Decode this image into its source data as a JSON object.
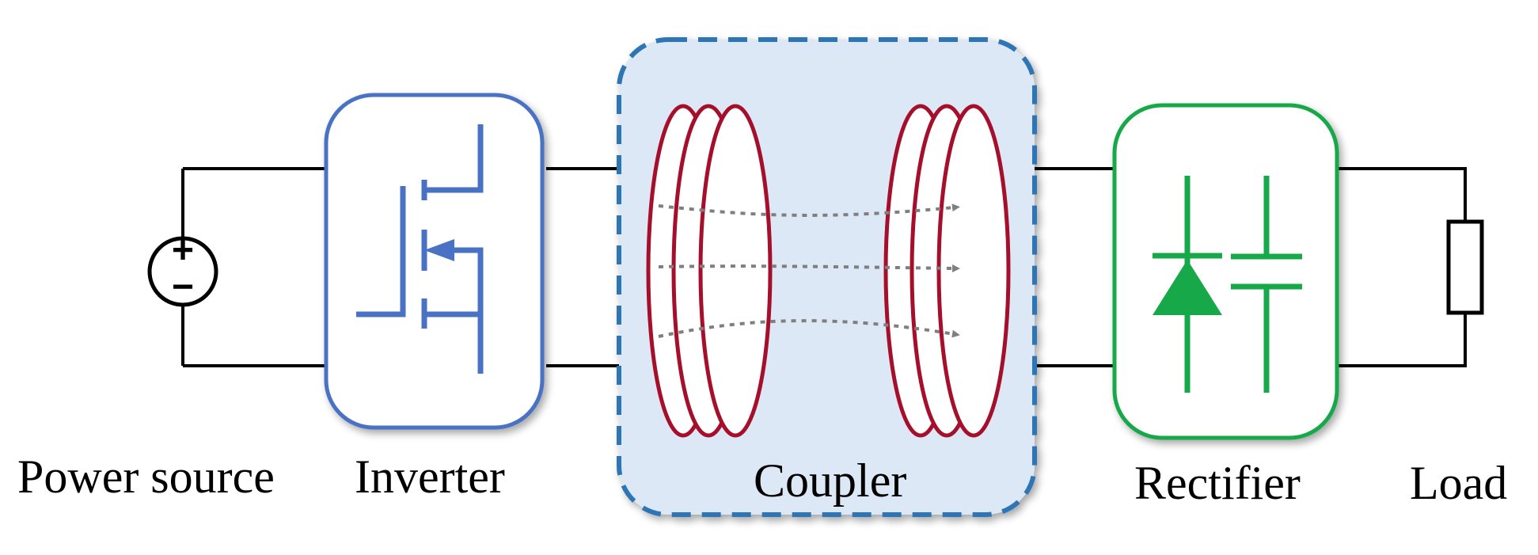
{
  "labels": {
    "power_source": "Power source",
    "inverter": "Inverter",
    "coupler": "Coupler",
    "rectifier": "Rectifier",
    "load": "Load"
  },
  "source_symbol": {
    "plus": "+",
    "minus": "−"
  },
  "colors": {
    "wire": "#000000",
    "inverter": "#4a72c4",
    "coupler_fill": "#dce8f5",
    "coupler_border": "#2e75b6",
    "coil": "#a50f2b",
    "flux": "#7f7f7f",
    "rectifier": "#17a84a"
  }
}
